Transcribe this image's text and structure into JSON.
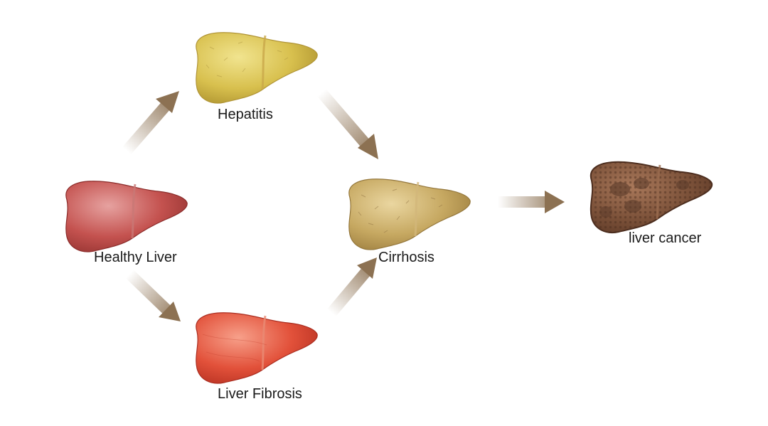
{
  "stages": {
    "healthy": {
      "label": "Healthy Liver",
      "color": "#c4524f"
    },
    "hepatitis": {
      "label": "Hepatitis",
      "color": "#d8c04e"
    },
    "fibrosis": {
      "label": "Liver Fibrosis",
      "color": "#e2513a"
    },
    "cirrhosis": {
      "label": "Cirrhosis",
      "color": "#c6a861"
    },
    "cancer": {
      "label": "liver cancer",
      "color": "#7a5038"
    }
  },
  "arrow_color": "#8c7152"
}
